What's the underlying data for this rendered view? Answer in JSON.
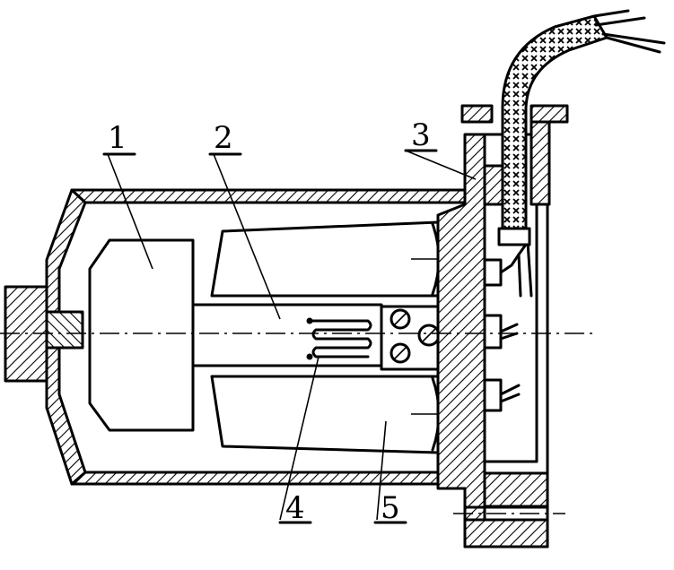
{
  "labels": [
    {
      "id": "1",
      "text": "1"
    },
    {
      "id": "2",
      "text": "2"
    },
    {
      "id": "3",
      "text": "3"
    },
    {
      "id": "4",
      "text": "4"
    },
    {
      "id": "5",
      "text": "5"
    }
  ],
  "colors": {
    "ink": "#000000",
    "paper": "#ffffff"
  }
}
